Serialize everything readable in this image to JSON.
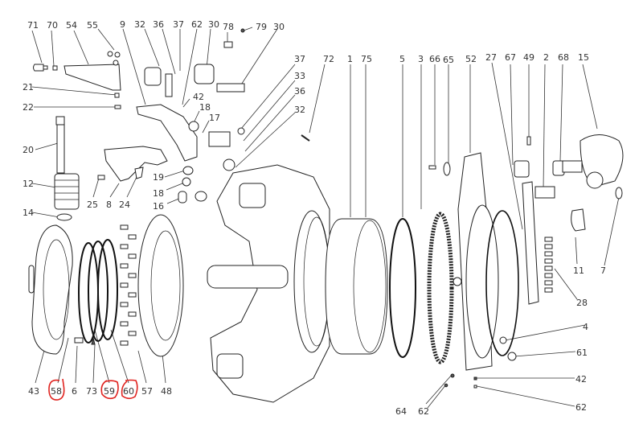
{
  "title": "Exploded parts diagram",
  "highlight_color": "#e0231f",
  "labels": [
    {
      "id": "71",
      "text": "71"
    },
    {
      "id": "70",
      "text": "70"
    },
    {
      "id": "54",
      "text": "54"
    },
    {
      "id": "55",
      "text": "55"
    },
    {
      "id": "9",
      "text": "9"
    },
    {
      "id": "32a",
      "text": "32"
    },
    {
      "id": "36a",
      "text": "36"
    },
    {
      "id": "37a",
      "text": "37"
    },
    {
      "id": "62a",
      "text": "62"
    },
    {
      "id": "30a",
      "text": "30"
    },
    {
      "id": "78",
      "text": "78"
    },
    {
      "id": "79",
      "text": "79"
    },
    {
      "id": "30b",
      "text": "30"
    },
    {
      "id": "37b",
      "text": "37"
    },
    {
      "id": "33",
      "text": "33"
    },
    {
      "id": "36b",
      "text": "36"
    },
    {
      "id": "32b",
      "text": "32"
    },
    {
      "id": "42a",
      "text": "42"
    },
    {
      "id": "18a",
      "text": "18"
    },
    {
      "id": "17",
      "text": "17"
    },
    {
      "id": "21",
      "text": "21"
    },
    {
      "id": "22",
      "text": "22"
    },
    {
      "id": "20",
      "text": "20"
    },
    {
      "id": "12",
      "text": "12"
    },
    {
      "id": "14",
      "text": "14"
    },
    {
      "id": "25",
      "text": "25"
    },
    {
      "id": "8",
      "text": "8"
    },
    {
      "id": "24",
      "text": "24"
    },
    {
      "id": "19",
      "text": "19"
    },
    {
      "id": "18b",
      "text": "18"
    },
    {
      "id": "16",
      "text": "16"
    },
    {
      "id": "72",
      "text": "72"
    },
    {
      "id": "1",
      "text": "1"
    },
    {
      "id": "75",
      "text": "75"
    },
    {
      "id": "5",
      "text": "5"
    },
    {
      "id": "3",
      "text": "3"
    },
    {
      "id": "66",
      "text": "66"
    },
    {
      "id": "65",
      "text": "65"
    },
    {
      "id": "52",
      "text": "52"
    },
    {
      "id": "27",
      "text": "27"
    },
    {
      "id": "67",
      "text": "67"
    },
    {
      "id": "49",
      "text": "49"
    },
    {
      "id": "2",
      "text": "2"
    },
    {
      "id": "68",
      "text": "68"
    },
    {
      "id": "15",
      "text": "15"
    },
    {
      "id": "11",
      "text": "11"
    },
    {
      "id": "7",
      "text": "7"
    },
    {
      "id": "28",
      "text": "28"
    },
    {
      "id": "4",
      "text": "4"
    },
    {
      "id": "61",
      "text": "61"
    },
    {
      "id": "42b",
      "text": "42"
    },
    {
      "id": "62b",
      "text": "62"
    },
    {
      "id": "64",
      "text": "64"
    },
    {
      "id": "62c",
      "text": "62"
    },
    {
      "id": "43",
      "text": "43"
    },
    {
      "id": "58",
      "text": "58"
    },
    {
      "id": "6",
      "text": "6"
    },
    {
      "id": "73",
      "text": "73"
    },
    {
      "id": "59",
      "text": "59"
    },
    {
      "id": "60",
      "text": "60"
    },
    {
      "id": "57",
      "text": "57"
    },
    {
      "id": "48",
      "text": "48"
    }
  ],
  "circled": [
    "58",
    "59",
    "60"
  ]
}
